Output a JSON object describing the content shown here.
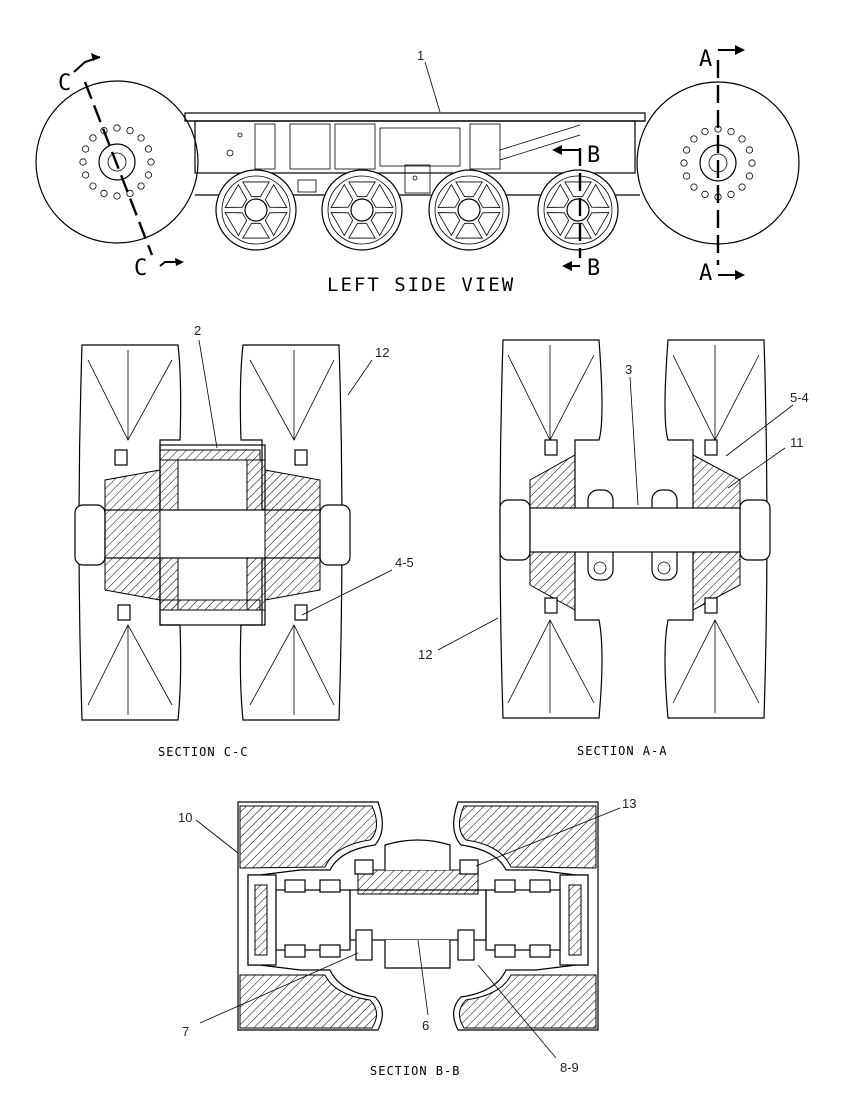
{
  "views": {
    "side_title": "LEFT SIDE VIEW",
    "section_cc": "SECTION C-C",
    "section_aa": "SECTION A-A",
    "section_bb": "SECTION B-B"
  },
  "cut_labels": {
    "a": "A",
    "b": "B",
    "c": "C"
  },
  "callouts": {
    "c1": "1",
    "c2": "2",
    "c3": "3",
    "c4_5": "4-5",
    "c5_4": "5-4",
    "c6": "6",
    "c7": "7",
    "c8_9": "8-9",
    "c10": "10",
    "c11": "11",
    "c12a": "12",
    "c12b": "12",
    "c13": "13"
  }
}
